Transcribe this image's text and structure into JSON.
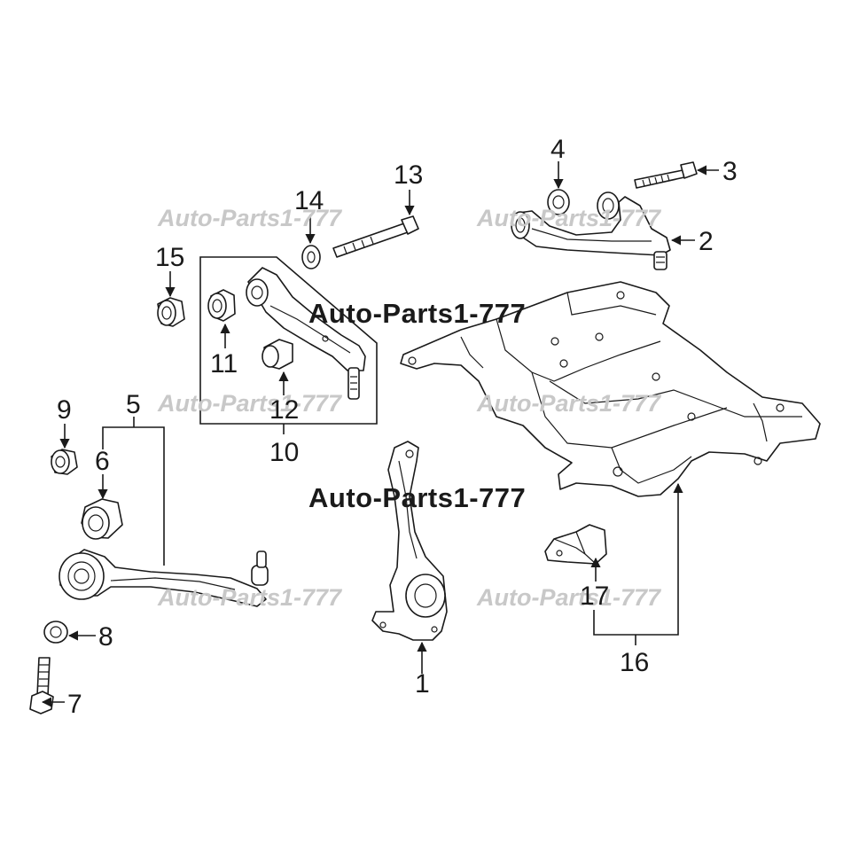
{
  "callouts": [
    {
      "id": "1",
      "label": "1"
    },
    {
      "id": "2",
      "label": "2"
    },
    {
      "id": "3",
      "label": "3"
    },
    {
      "id": "4",
      "label": "4"
    },
    {
      "id": "5",
      "label": "5"
    },
    {
      "id": "6",
      "label": "6"
    },
    {
      "id": "7",
      "label": "7"
    },
    {
      "id": "8",
      "label": "8"
    },
    {
      "id": "9",
      "label": "9"
    },
    {
      "id": "10",
      "label": "10"
    },
    {
      "id": "11",
      "label": "11"
    },
    {
      "id": "12",
      "label": "12"
    },
    {
      "id": "13",
      "label": "13"
    },
    {
      "id": "14",
      "label": "14"
    },
    {
      "id": "15",
      "label": "15"
    },
    {
      "id": "16",
      "label": "16"
    },
    {
      "id": "17",
      "label": "17"
    }
  ],
  "watermarks": {
    "light": "Auto-Parts1-777",
    "strong": "Auto-Parts1-777"
  },
  "colors": {
    "line": "#1a1a1a",
    "watermark_light": "#c8c8c8",
    "background": "#ffffff"
  }
}
